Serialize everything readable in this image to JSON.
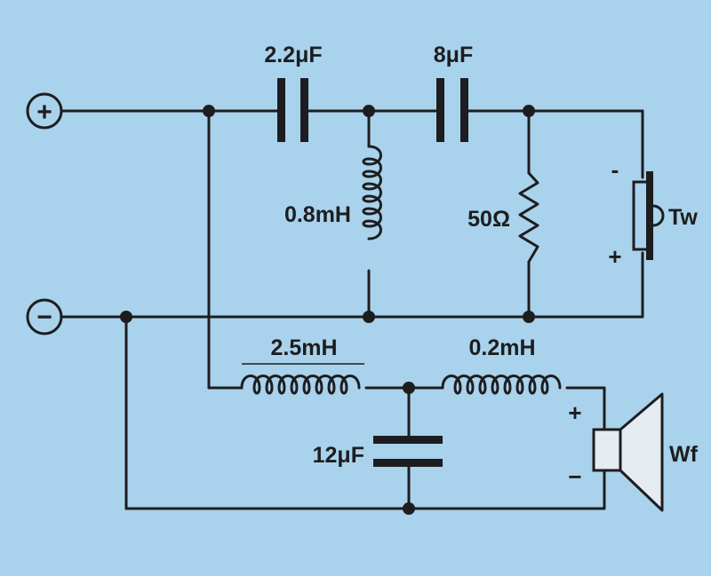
{
  "terminals": {
    "positive": "+",
    "negative": "−"
  },
  "components": {
    "c1": "2.2μF",
    "c2": "8μF",
    "l1": "0.8mH",
    "r1": "50Ω",
    "l2": "2.5mH",
    "l3": "0.2mH",
    "c3": "12μF"
  },
  "tweeter": {
    "label": "Tw",
    "minus": "-",
    "plus": "+"
  },
  "woofer": {
    "label": "Wf",
    "plus": "+",
    "minus": "−"
  },
  "colors": {
    "background": "#a9d2ec",
    "ink": "#1d1d1f"
  }
}
